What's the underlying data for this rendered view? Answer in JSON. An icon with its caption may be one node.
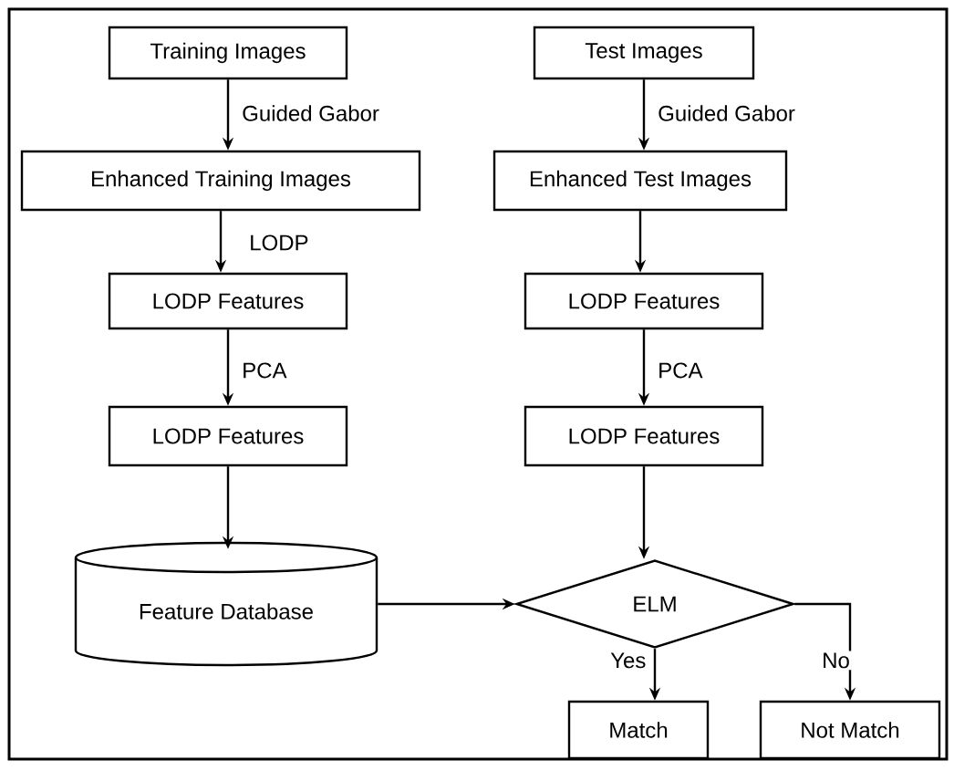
{
  "diagram": {
    "nodes": [
      {
        "text": [
          "Training Images"
        ]
      },
      {
        "text": [
          "Test Images"
        ]
      },
      {
        "text": [
          "Enhanced Training Images"
        ]
      },
      {
        "text": [
          "Enhanced Test Images"
        ]
      },
      {
        "text": [
          "LODP Features"
        ]
      },
      {
        "text": [
          "LODP Features"
        ]
      },
      {
        "text": [
          "LODP Features"
        ]
      },
      {
        "text": [
          "LODP Features"
        ]
      },
      {
        "text": [
          "Feature Database"
        ]
      },
      {
        "text": [
          "ELM"
        ]
      },
      {
        "text": [
          "Match"
        ]
      },
      {
        "text": [
          "Not Match"
        ]
      }
    ],
    "edges": [
      {
        "from": 0,
        "to": 2,
        "arrow": "to",
        "label": "Guided Gabor"
      },
      {
        "from": 1,
        "to": 3,
        "arrow": "to",
        "label": "Guided Gabor"
      },
      {
        "from": 2,
        "to": 4,
        "arrow": "to",
        "label": "LODP"
      },
      {
        "from": 3,
        "to": 5,
        "arrow": "to"
      },
      {
        "from": 4,
        "to": 6,
        "arrow": "to",
        "label": "PCA"
      },
      {
        "from": 5,
        "to": 7,
        "arrow": "to",
        "label": "PCA"
      },
      {
        "from": 6,
        "to": 8,
        "arrow": "to"
      },
      {
        "from": 7,
        "to": 9,
        "arrow": "to"
      },
      {
        "from": 8,
        "to": 9,
        "arrow": "to"
      },
      {
        "from": 9,
        "to": 10,
        "arrow": "to",
        "label": "Yes"
      },
      {
        "from": 9,
        "to": 11,
        "arrow": "to",
        "label": "No"
      }
    ]
  }
}
